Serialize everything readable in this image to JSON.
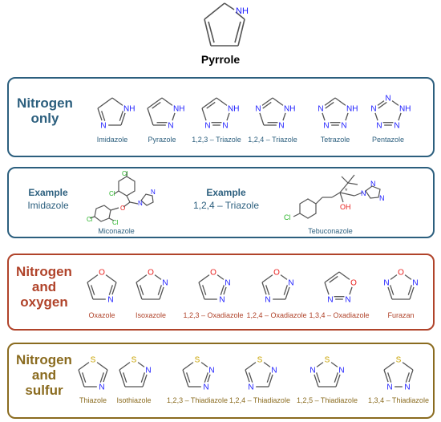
{
  "colors": {
    "nitrogen_only": "#2c5f7e",
    "example": "#2c5f7e",
    "nitrogen_oxygen": "#b0432a",
    "nitrogen_sulfur": "#8a6b1f",
    "atom_N": "#1a1aff",
    "atom_O": "#e8201e",
    "atom_S": "#c9a300",
    "atom_Cl": "#2ab52a",
    "bond": "#555555"
  },
  "pyrrole": {
    "name": "Pyrrole",
    "atom": "NH"
  },
  "sections": {
    "nitrogen_only": {
      "title": "Nitrogen\nonly",
      "molecules": [
        {
          "name": "Imidazole",
          "atoms": [
            "NH",
            "N"
          ]
        },
        {
          "name": "Pyrazole",
          "atoms": [
            "NH",
            "N"
          ]
        },
        {
          "name": "1,2,3 – Triazole",
          "atoms": [
            "NH",
            "N",
            "N"
          ]
        },
        {
          "name": "1,2,4 – Triazole",
          "atoms": [
            "NH",
            "N",
            "N"
          ]
        },
        {
          "name": "Tetrazole",
          "atoms": [
            "NH",
            "N",
            "N",
            "N"
          ]
        },
        {
          "name": "Pentazole",
          "atoms": [
            "NH",
            "N",
            "N",
            "N",
            "N"
          ]
        }
      ]
    },
    "examples": {
      "left": {
        "head": "Example",
        "sub": "Imidazole",
        "molecule": "Miconazole"
      },
      "right": {
        "head": "Example",
        "sub": "1,2,4 – Triazole",
        "molecule": "Tebuconazole"
      },
      "atoms": {
        "cl": "Cl",
        "o": "O",
        "n": "N",
        "oh": "OH",
        "star": "*"
      }
    },
    "nitrogen_oxygen": {
      "title": "Nitrogen\nand\noxygen",
      "molecules": [
        {
          "name": "Oxazole",
          "atoms": [
            "O",
            "N"
          ]
        },
        {
          "name": "Isoxazole",
          "atoms": [
            "O",
            "N"
          ]
        },
        {
          "name": "1,2,3 – Oxadiazole",
          "atoms": [
            "O",
            "N",
            "N"
          ]
        },
        {
          "name": "1,2,4 – Oxadiazole",
          "atoms": [
            "O",
            "N",
            "N"
          ]
        },
        {
          "name": "1,3,4 – Oxadiazole",
          "atoms": [
            "O",
            "N",
            "N"
          ]
        },
        {
          "name": "Furazan",
          "atoms": [
            "N",
            "O",
            "N"
          ]
        }
      ]
    },
    "nitrogen_sulfur": {
      "title": "Nitrogen\nand\nsulfur",
      "molecules": [
        {
          "name": "Thiazole",
          "atoms": [
            "S",
            "N"
          ]
        },
        {
          "name": "Isothiazole",
          "atoms": [
            "S",
            "N"
          ]
        },
        {
          "name": "1,2,3 – Thiadiazole",
          "atoms": [
            "S",
            "N",
            "N"
          ]
        },
        {
          "name": "1,2,4 – Thiadiazole",
          "atoms": [
            "S",
            "N",
            "N"
          ]
        },
        {
          "name": "1,2,5 – Thiadiazole",
          "atoms": [
            "N",
            "S",
            "N"
          ]
        },
        {
          "name": "1,3,4 – Thiadiazole",
          "atoms": [
            "S",
            "N",
            "N"
          ]
        }
      ]
    }
  }
}
